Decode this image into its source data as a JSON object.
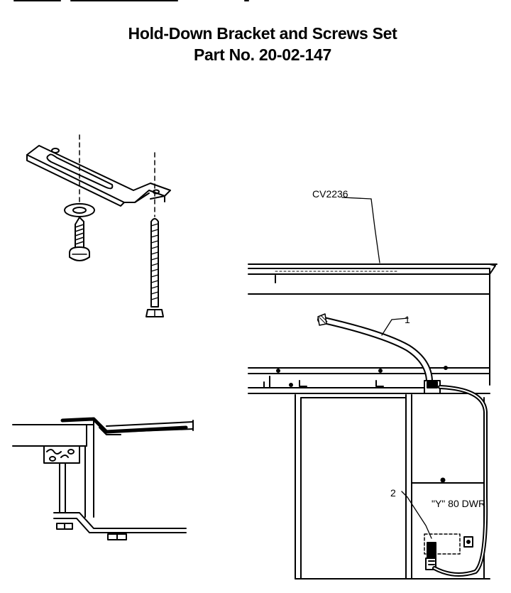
{
  "title": {
    "line1": "Hold-Down Bracket and Screws Set",
    "line2": "Part No. 20-02-147"
  },
  "callouts": {
    "model": "CV2236",
    "item1": "1",
    "item2": "2"
  },
  "box_label": "\"Y\" 80 DWR"
}
